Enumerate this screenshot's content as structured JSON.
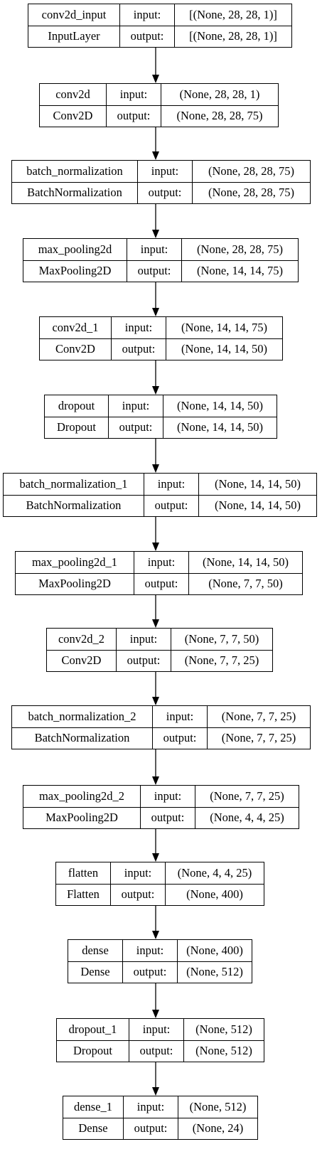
{
  "diagram": {
    "type": "keras-model-plot",
    "input_label": "input:",
    "output_label": "output:",
    "layers": [
      {
        "name": "conv2d_input",
        "class": "InputLayer",
        "input": "[(None, 28, 28, 1)]",
        "output": "[(None, 28, 28, 1)]"
      },
      {
        "name": "conv2d",
        "class": "Conv2D",
        "input": "(None, 28, 28, 1)",
        "output": "(None, 28, 28, 75)"
      },
      {
        "name": "batch_normalization",
        "class": "BatchNormalization",
        "input": "(None, 28, 28, 75)",
        "output": "(None, 28, 28, 75)"
      },
      {
        "name": "max_pooling2d",
        "class": "MaxPooling2D",
        "input": "(None, 28, 28, 75)",
        "output": "(None, 14, 14, 75)"
      },
      {
        "name": "conv2d_1",
        "class": "Conv2D",
        "input": "(None, 14, 14, 75)",
        "output": "(None, 14, 14, 50)"
      },
      {
        "name": "dropout",
        "class": "Dropout",
        "input": "(None, 14, 14, 50)",
        "output": "(None, 14, 14, 50)"
      },
      {
        "name": "batch_normalization_1",
        "class": "BatchNormalization",
        "input": "(None, 14, 14, 50)",
        "output": "(None, 14, 14, 50)"
      },
      {
        "name": "max_pooling2d_1",
        "class": "MaxPooling2D",
        "input": "(None, 14, 14, 50)",
        "output": "(None, 7, 7, 50)"
      },
      {
        "name": "conv2d_2",
        "class": "Conv2D",
        "input": "(None, 7, 7, 50)",
        "output": "(None, 7, 7, 25)"
      },
      {
        "name": "batch_normalization_2",
        "class": "BatchNormalization",
        "input": "(None, 7, 7, 25)",
        "output": "(None, 7, 7, 25)"
      },
      {
        "name": "max_pooling2d_2",
        "class": "MaxPooling2D",
        "input": "(None, 7, 7, 25)",
        "output": "(None, 4, 4, 25)"
      },
      {
        "name": "flatten",
        "class": "Flatten",
        "input": "(None, 4, 4, 25)",
        "output": "(None, 400)"
      },
      {
        "name": "dense",
        "class": "Dense",
        "input": "(None, 400)",
        "output": "(None, 512)"
      },
      {
        "name": "dropout_1",
        "class": "Dropout",
        "input": "(None, 512)",
        "output": "(None, 512)"
      },
      {
        "name": "dense_1",
        "class": "Dense",
        "input": "(None, 512)",
        "output": "(None, 24)"
      }
    ],
    "edge_color": "#000000",
    "box_border_color": "#000000",
    "background_color": "#ffffff"
  }
}
